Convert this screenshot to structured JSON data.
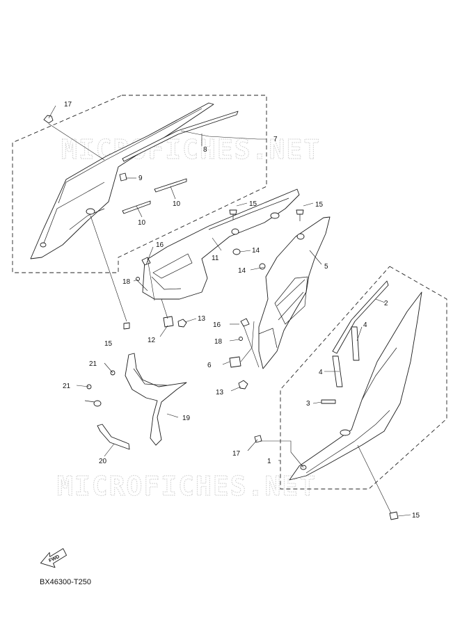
{
  "watermark": "MICROFICHES.NET",
  "forward_label": "FWD",
  "reference_code": "BX46300-T250",
  "callouts": {
    "c1": "1",
    "c2": "2",
    "c3": "3",
    "c4a": "4",
    "c4b": "4",
    "c5": "5",
    "c6": "6",
    "c7": "7",
    "c8": "8",
    "c9": "9",
    "c10a": "10",
    "c10b": "10",
    "c11": "11",
    "c12": "12",
    "c13a": "13",
    "c13b": "13",
    "c14a": "14",
    "c14b": "14",
    "c15a": "15",
    "c15b": "15",
    "c15c": "15",
    "c15d": "15",
    "c16a": "16",
    "c16b": "16",
    "c17a": "17",
    "c17b": "17",
    "c18a": "18",
    "c18b": "18",
    "c19": "19",
    "c20": "20",
    "c21a": "21",
    "c21b": "21"
  }
}
